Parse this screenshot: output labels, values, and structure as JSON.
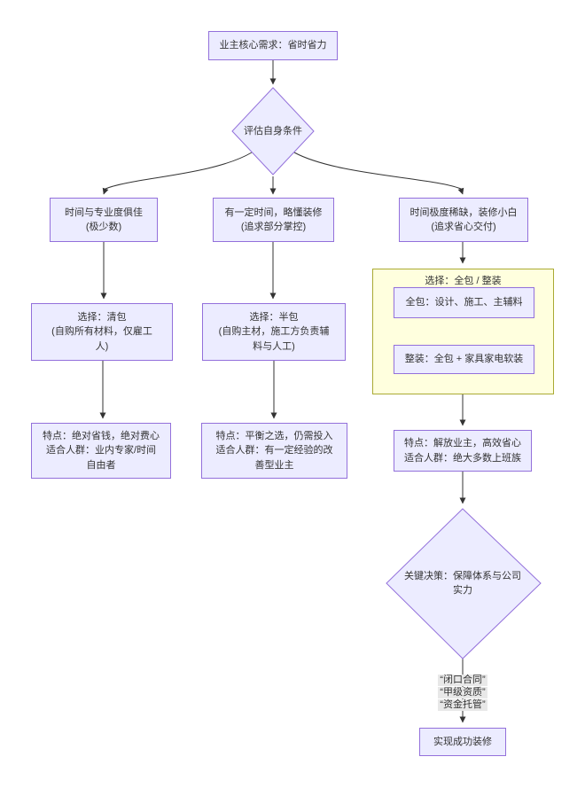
{
  "colors": {
    "node_fill": "#ECECFF",
    "node_border": "#9370DB",
    "group_fill": "#FFFFDE",
    "group_border": "#AAAA33",
    "edge_color": "#333333",
    "edge_label_bg": "#E8E8E8",
    "text_color": "#333333"
  },
  "nodes": {
    "start": "业主核心需求：省时省力",
    "decision_evaluate": "评估自身条件",
    "branch_expert": "时间与专业度俱佳\n(极少数)",
    "branch_partial": "有一定时间，略懂装修\n(追求部分掌控)",
    "branch_novice": "时间极度稀缺，装修小白\n(追求省心交付)",
    "choice_qingbao": "选择：清包\n(自购所有材料，仅雇工\n人)",
    "choice_banbao": "选择：半包\n(自购主材，施工方负责辅\n料与人工)",
    "group_title": "选择：全包 / 整装",
    "quanbao": "全包：设计、施工、主辅料",
    "zhengzhuang": "整装：全包 + 家具家电软装",
    "feature_qingbao": "特点：绝对省钱，绝对费心\n适合人群：业内专家/时间\n自由者",
    "feature_banbao": "特点：平衡之选，仍需投入\n适合人群：有一定经验的改\n善型业主",
    "feature_quanbao": "特点：解放业主，高效省心\n适合人群：绝大多数上班族",
    "decision_guarantee": "关键决策：保障体系与公司\n实力",
    "end": "实现成功装修"
  },
  "edge_labels": [
    "“闭口合同”",
    "“甲级资质”",
    "“资金托管”"
  ]
}
